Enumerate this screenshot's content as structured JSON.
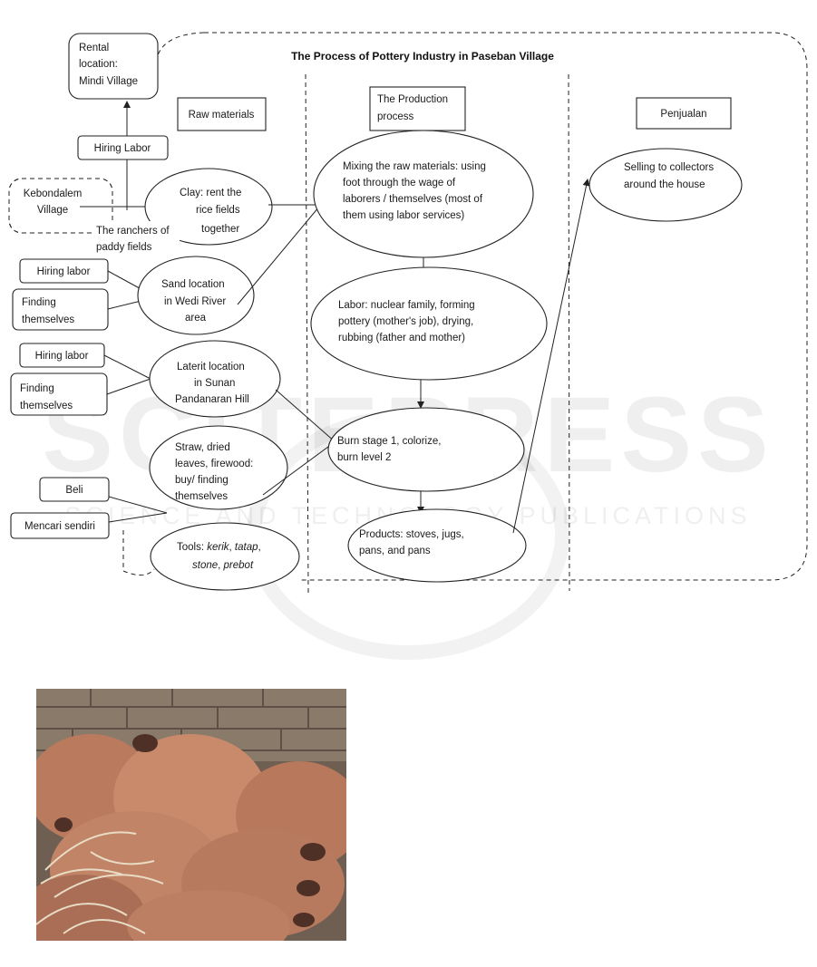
{
  "diagram": {
    "title": "The Process of Pottery Industry in Paseban Village",
    "column_headers": {
      "raw_materials": "Raw materials",
      "production": [
        "The Production",
        "process"
      ],
      "sales": "Penjualan"
    },
    "rental_location": [
      "Rental",
      "location:",
      "Mindi  Village"
    ],
    "hiring_labor_top": "Hiring Labor",
    "kebondalem": [
      "Kebondalem",
      "Village"
    ],
    "ranchers": [
      "The ranchers of",
      "paddy fields"
    ],
    "clay": [
      "Clay: rent the",
      "rice fields",
      "together"
    ],
    "sand_hiring": "Hiring labor",
    "sand_finding": [
      "Finding",
      "themselves"
    ],
    "sand": [
      "Sand location",
      "in Wedi River",
      "area"
    ],
    "laterit_hiring": "Hiring labor",
    "laterit_finding": [
      "Finding",
      "themselves"
    ],
    "laterit": [
      "Laterit location",
      "in Sunan",
      "Pandanaran Hill"
    ],
    "straw": [
      "Straw, dried",
      "leaves,  firewood:",
      "buy/ finding",
      "themselves"
    ],
    "beli": "Beli",
    "mencari": "Mencari sendiri",
    "tools": {
      "prefix": "Tools: ",
      "items_line1": [
        "kerik",
        ", ",
        "tatap",
        ","
      ],
      "items_line2": [
        "stone",
        ", ",
        "prebot"
      ]
    },
    "mixing": [
      "Mixing the raw materials: using",
      "foot through the wage of",
      "laborers / themselves (most of",
      "them using labor services)"
    ],
    "labor": [
      "Labor: nuclear family, forming",
      "pottery (mother's job), drying,",
      "rubbing (father and  mother)"
    ],
    "burn": [
      "Burn stage 1, colorize,",
      "burn level 2"
    ],
    "products": [
      "Products: stoves, jugs,",
      "pans, and pans"
    ],
    "selling": [
      "Selling to collectors",
      "around the house"
    ]
  },
  "watermark": {
    "main": "SCITEPRESS",
    "sub": "SCIENCE AND TECHNOLOGY PUBLICATIONS"
  },
  "photo": {
    "subject": "stacked terracotta clay pots with straw",
    "colors": {
      "clay": "#c98a6c",
      "clay_dark": "#8e5a44",
      "brick": "#8a7a69",
      "straw": "#e8dcc4"
    }
  }
}
